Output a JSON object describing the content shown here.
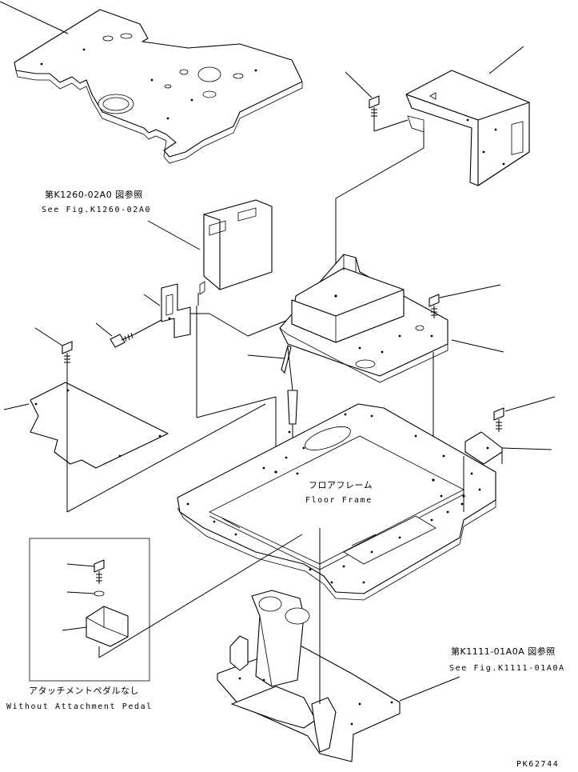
{
  "references": {
    "k1260_jp": "第K1260-02A0 図参照",
    "k1260_en": "See Fig.K1260-02A0",
    "k1111_jp": "第K1111-01A0A 図参照",
    "k1111_en": "See Fig.K1111-01A0A"
  },
  "floor_frame": {
    "jp": "フロアフレーム",
    "en": "Floor Frame"
  },
  "inset": {
    "jp": "アタッチメントペダルなし",
    "en": "Without Attachment Pedal"
  },
  "drawing_code": "PK62744"
}
